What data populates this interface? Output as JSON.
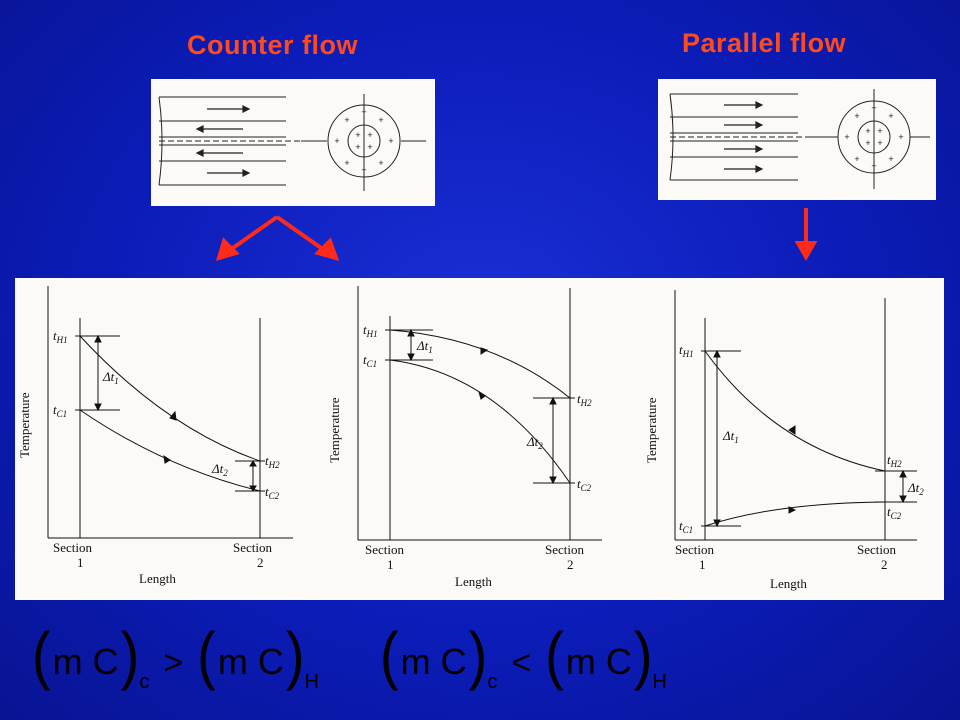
{
  "titles": {
    "counter": "Counter flow",
    "parallel": "Parallel flow"
  },
  "chart_labels": {
    "y_axis": "Temperature",
    "x_axis": "Length",
    "section1": "Section",
    "section1_num": "1",
    "section2": "Section",
    "section2_num": "2",
    "tH1": "t",
    "tH1_sub": "H1",
    "tC1": "t",
    "tC1_sub": "C1",
    "tH2": "t",
    "tH2_sub": "H2",
    "tC2": "t",
    "tC2_sub": "C2",
    "dt1": "Δt",
    "dt1_sub": "1",
    "dt2": "Δt",
    "dt2_sub": "2"
  },
  "formulas": {
    "left": {
      "lhs": "m C",
      "lhs_sub": "c",
      "rel": ">",
      "rhs": "m C",
      "rhs_sub": "H"
    },
    "right": {
      "lhs": "m C",
      "lhs_sub": "c",
      "rel": "<",
      "rhs": "m C",
      "rhs_sub": "H"
    }
  },
  "colors": {
    "background": "#0c1cb8",
    "title": "#ff4a1c",
    "arrow": "#ff2a1a",
    "panel": "#fbfaf7"
  }
}
